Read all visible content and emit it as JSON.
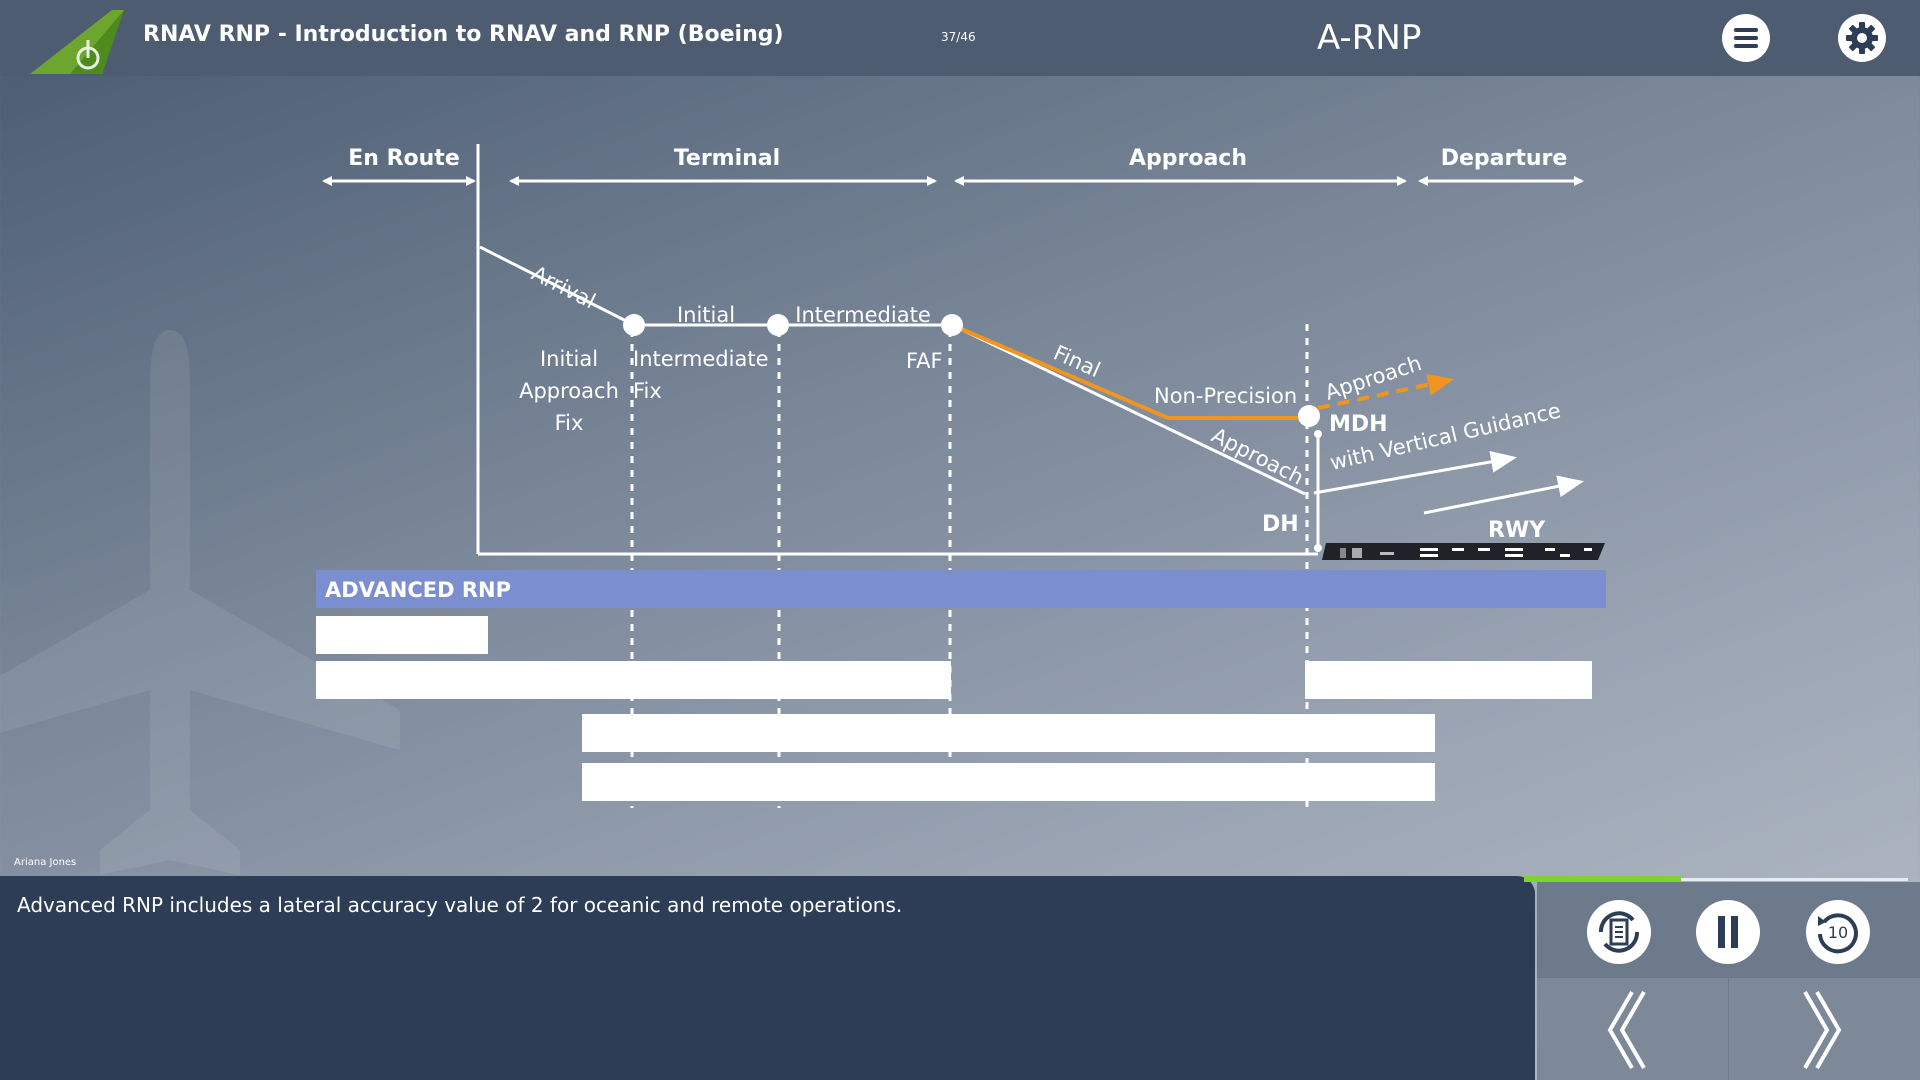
{
  "header": {
    "course_title": "RNAV RNP - Introduction to RNAV and RNP (Boeing)",
    "page_counter": "37/46",
    "section_title": "A-RNP",
    "menu_icon": "hamburger-menu-icon",
    "settings_icon": "gear-icon"
  },
  "diagram": {
    "phases": {
      "en_route": "En Route",
      "terminal": "Terminal",
      "approach": "Approach",
      "departure": "Departure"
    },
    "segments": {
      "arrival": "Arrival",
      "initial": "Initial",
      "intermediate": "Intermediate",
      "final": "Final",
      "non_precision": "Non-Precision",
      "approach_orange": "Approach",
      "approach_white": "Approach",
      "vertical_guidance": "with Vertical Guidance"
    },
    "fixes": {
      "iaf_line1": "Initial",
      "iaf_line2": "Approach",
      "iaf_line3": "Fix",
      "if_line1": "Intermediate",
      "if_line2": "Fix",
      "faf": "FAF",
      "mdh": "MDH",
      "dh": "DH",
      "rwy": "RWY"
    },
    "colors": {
      "non_precision_path": "#f0961e",
      "advanced_bar": "#7b8fd0"
    }
  },
  "advanced_rnp": {
    "label": "ADVANCED RNP"
  },
  "narrator": "Ariana Jones",
  "caption": "Advanced RNP includes a lateral accuracy value of 2 for oceanic and remote operations.",
  "playback": {
    "progress": 0.41,
    "transcript_icon": "transcript-icon",
    "pause_icon": "pause-icon",
    "replay_icon": "replay-10-icon",
    "prev_icon": "chevron-left-icon",
    "next_icon": "chevron-right-icon"
  }
}
